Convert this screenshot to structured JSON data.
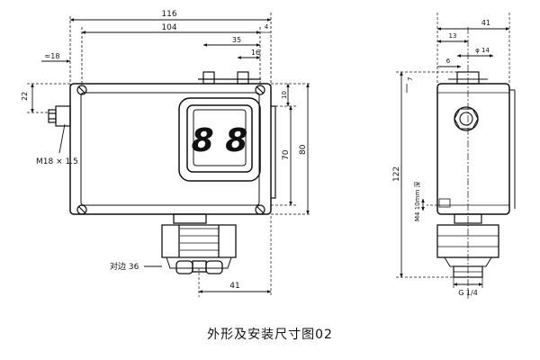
{
  "front_view": {
    "dim_116": "116",
    "dim_104": "104",
    "dim_35": "35",
    "dim_16": "16",
    "dim_4": "4",
    "dim_18": "≈18",
    "dim_22": "22",
    "dim_10": "10",
    "dim_70": "70",
    "dim_80": "80",
    "dim_41": "41",
    "thread_label": "M18 × 1.5",
    "hex_label": "对边 36",
    "display_chars": "8 8"
  },
  "side_view": {
    "dim_41": "41",
    "dim_13": "13",
    "dim_phi14": "φ 14",
    "dim_6": "6",
    "dim_7": "7",
    "dim_122": "122",
    "thread_depth": "M4 10mm 深",
    "port_label": "G 1/4"
  },
  "caption": "外形及安装尺寸图02"
}
